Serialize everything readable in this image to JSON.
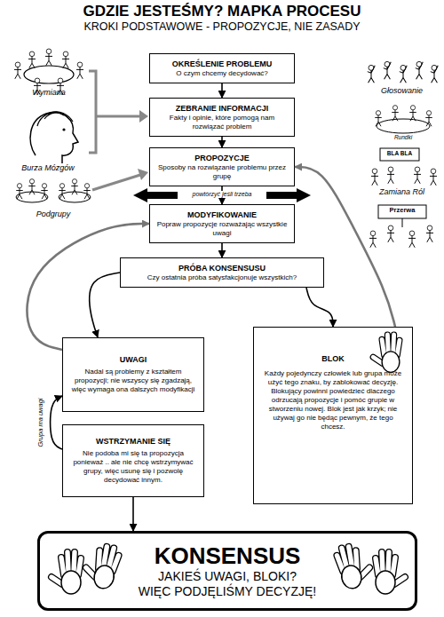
{
  "diagram": {
    "title": "GDZIE JESTEŚMY? MAPKA PROCESU",
    "nodes": [
      {
        "text": [
          "OKREŚLENIE PROBLEMU",
          "O czym chcemy decydować?"
        ]
      },
      {
        "text": [
          "ZEBRANIE INFORMACJI",
          "Fakty i opinie, które pomogą nam rozwiązać problem"
        ]
      },
      {
        "text": [
          "PROPOZYCJE",
          "Sposoby na rozwiązanie problemu przez grupę"
        ]
      },
      {
        "text": [
          "MODYFIKOWANIE",
          "Popraw propozycje rozważając wszystkie uwagi"
        ]
      },
      {
        "text": [
          "PRÓBA KONSENSUSU",
          "Czy ostatnia próba satysfakcjonuje wszystkich?"
        ]
      },
      {
        "text": [
          "UWAGI",
          "Nadal są problemy z kształtem propozycji; nie wszyscy się zgadzają, więc wymaga ona dalszych modyfikacji"
        ]
      },
      {
        "text": [
          "BLOK",
          "Każdy pojedynczy człowiek lub grupa może użyć tego znaku, by zablokować decyzję. Blokujący powinni powiedzieć dlaczego odrzucają propozycje i pomóc grupie w stworzeniu nowej. Blok jest jak krzyk; nie używaj go nie będąc pewnym, że tego chcesz."
        ]
      },
      {
        "text": [
          "WSTRZYMANIE SIĘ",
          "Nie podoba mi się ta propozycja ponieważ .. ale nie chcę wstrzymywać grupy, więc usunę się i pozwolę decydować innym."
        ]
      },
      {
        "text": [
          "KONSENSUS",
          "JAKIEŚ UWAGI, BLOKI?",
          "WIĘC PODJĘLIŚMY DECYZJĘ!"
        ]
      }
    ],
    "edges": [
      {
        "from": 0,
        "to": 1,
        "arrow": "to"
      },
      {
        "from": 1,
        "to": 2,
        "arrow": "to"
      },
      {
        "from": 2,
        "to": 3,
        "arrow": "to"
      },
      {
        "from": 3,
        "to": 4,
        "arrow": "to"
      },
      {
        "from": 4,
        "to": 5,
        "arrow": "to"
      },
      {
        "from": 4,
        "to": 6,
        "arrow": "to"
      },
      {
        "from": 5,
        "to": 3,
        "arrow": "to"
      },
      {
        "from": 6,
        "to": 2,
        "arrow": "to"
      },
      {
        "from": 7,
        "to": 5,
        "label": "Grupa ma uwagi",
        "arrow": "to"
      },
      {
        "from": 7,
        "to": 8,
        "arrow": "to"
      }
    ],
    "labels": [
      "KROKI PODSTAWOWE - PROPOZYCJE, NIE ZASADY",
      "Wymiana",
      "Burza Mózgów",
      "Podgrupy",
      "powtórzyć jeśli trzeba",
      "Głosowanie",
      "Rundki",
      "BLA BLA",
      "Zamiana Ról",
      "Przerwa"
    ]
  }
}
